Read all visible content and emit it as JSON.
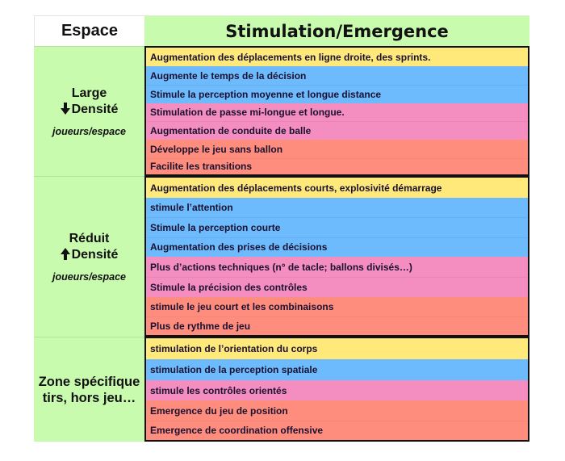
{
  "header": {
    "espace": "Espace",
    "stimulation": "Stimulation/Emergence"
  },
  "colors": {
    "header_green": "#c9fbae",
    "yellow": "#fee97a",
    "blue": "#6dbbfd",
    "pink": "#f48dc0",
    "salmon": "#fe8d7e"
  },
  "sections": [
    {
      "espace": {
        "title": "Large",
        "arrow": "down-arrow",
        "density": "Densité",
        "note": "joueurs/espace"
      },
      "items": [
        {
          "text": "Augmentation des déplacements en ligne droite, des sprints.",
          "color": "yellow"
        },
        {
          "text": "Augmente le temps de la décision",
          "color": "blue"
        },
        {
          "text": "Stimule la perception moyenne et longue distance",
          "color": "blue"
        },
        {
          "text": "Stimulation de passe mi-longue et longue.",
          "color": "pink"
        },
        {
          "text": "Augmentation de conduite de balle",
          "color": "pink"
        },
        {
          "text": "Développe le jeu sans ballon",
          "color": "salmon"
        },
        {
          "text": "Facilite les transitions",
          "color": "salmon"
        }
      ]
    },
    {
      "espace": {
        "title": "Réduit",
        "arrow": "up-arrow",
        "density": "Densité",
        "note": "joueurs/espace"
      },
      "items": [
        {
          "text": "Augmentation des déplacements courts, explosivité démarrage",
          "color": "yellow"
        },
        {
          "text": "stimule l’attention",
          "color": "blue"
        },
        {
          "text": "Stimule la perception courte",
          "color": "blue"
        },
        {
          "text": "Augmentation des prises de décisions",
          "color": "blue"
        },
        {
          "text": "Plus d’actions techniques (n° de tacle; ballons divisés…)",
          "color": "pink"
        },
        {
          "text": "Stimule la précision des contrôles",
          "color": "pink"
        },
        {
          "text": "stimule le jeu court et les combinaisons",
          "color": "salmon"
        },
        {
          "text": "Plus de rythme  de jeu",
          "color": "salmon"
        }
      ]
    },
    {
      "espace": {
        "title": "Zone spécifique",
        "subtitle": "tirs, hors jeu…"
      },
      "items": [
        {
          "text": "stimulation de l’orientation du corps",
          "color": "yellow"
        },
        {
          "text": "stimulation de la perception spatiale",
          "color": "blue"
        },
        {
          "text": "stimule les contrôles orientés",
          "color": "pink"
        },
        {
          "text": "Emergence du jeu de position",
          "color": "salmon"
        },
        {
          "text": "Emergence de coordination offensive",
          "color": "salmon"
        }
      ]
    }
  ]
}
